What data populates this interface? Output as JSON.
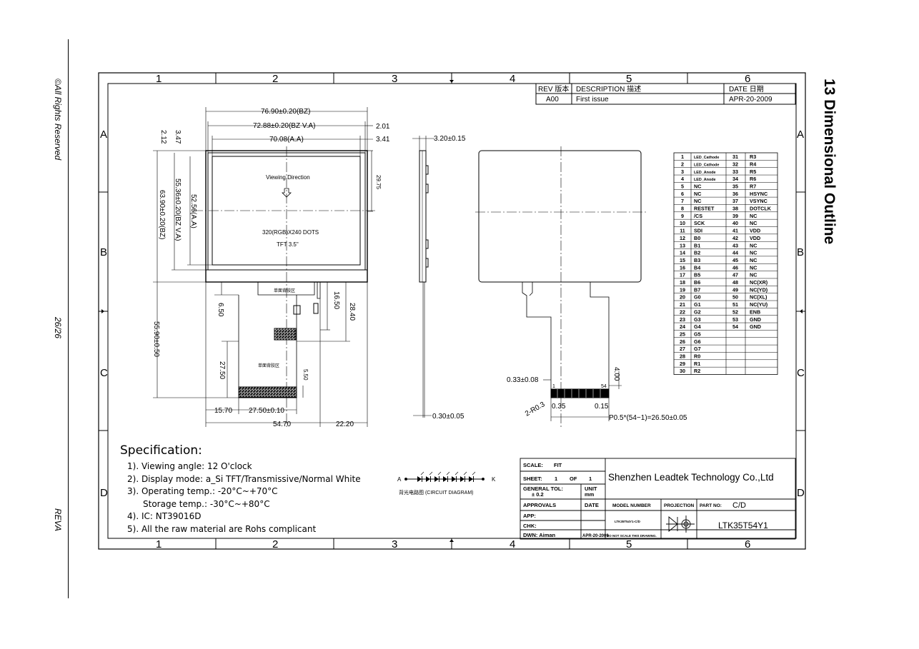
{
  "side_text": {
    "rights": "©All Rights Reserved",
    "page": "26/26",
    "rev": "REVA"
  },
  "heading": "13 Dimensional Outline",
  "frame": {
    "cols": [
      "1",
      "2",
      "3",
      "4",
      "5",
      "6"
    ],
    "rows": [
      "A",
      "B",
      "C",
      "D"
    ]
  },
  "revision": {
    "headers": [
      "REV 版本",
      "DESCRIPTION 描述",
      "DATE 日期"
    ],
    "row": [
      "A00",
      "First issue",
      "APR-20-2009"
    ]
  },
  "front_view": {
    "dims": {
      "bz_w": "76.90±0.20(BZ)",
      "bzva_w": "72.88±0.20(BZ V.A)",
      "aa_w": "70.08(A.A)",
      "r1": "2.01",
      "r2": "3.41",
      "l1": "3.47",
      "l2": "2.12",
      "bz_h": "63.90±0.20(BZ)",
      "bzva_h": "55.36±0.20(BZ V.A)",
      "aa_h": "52.56(A.A)",
      "d2975": "29.75",
      "d650": "6.50",
      "d1650": "16.50",
      "d2840": "28.40",
      "d5590": "55.90±0.50",
      "d2750v": "27.50",
      "d550": "5.50",
      "d1570": "15.70",
      "d2750h": "27.50±0.10",
      "d5470": "54.70",
      "d2220": "22.20"
    },
    "labels": {
      "viewing": "Viewing Direction",
      "dots": "320(RGB)X240 DOTS",
      "tft": "TFT 3.5\"",
      "cn1": "单面背胶区",
      "cn2": "单面背胶区"
    }
  },
  "side_view": {
    "thickness": "3.20±0.15",
    "bottom": "0.30±0.05"
  },
  "back_view": {
    "dims": {
      "d033": "0.33±0.08",
      "d400": "4.00",
      "r03": "2-R0.3",
      "d035": "0.35",
      "d015": "0.15",
      "pitch": "P0.5*(54−1)=26.50±0.05"
    },
    "pin_first": "1",
    "pin_last": "54"
  },
  "pins": [
    [
      "1",
      "LED_Cathode",
      "31",
      "R3"
    ],
    [
      "2",
      "LED_Cathode",
      "32",
      "R4"
    ],
    [
      "3",
      "LED_Anode",
      "33",
      "R5"
    ],
    [
      "4",
      "LED_Anode",
      "34",
      "R6"
    ],
    [
      "5",
      "NC",
      "35",
      "R7"
    ],
    [
      "6",
      "NC",
      "36",
      "HSYNC"
    ],
    [
      "7",
      "NC",
      "37",
      "VSYNC"
    ],
    [
      "8",
      "RESTET",
      "38",
      "DOTCLK"
    ],
    [
      "9",
      "/CS",
      "39",
      "NC"
    ],
    [
      "10",
      "SCK",
      "40",
      "NC"
    ],
    [
      "11",
      "SDI",
      "41",
      "VDD"
    ],
    [
      "12",
      "B0",
      "42",
      "VDD"
    ],
    [
      "13",
      "B1",
      "43",
      "NC"
    ],
    [
      "14",
      "B2",
      "44",
      "NC"
    ],
    [
      "15",
      "B3",
      "45",
      "NC"
    ],
    [
      "16",
      "B4",
      "46",
      "NC"
    ],
    [
      "17",
      "B5",
      "47",
      "NC"
    ],
    [
      "18",
      "B6",
      "48",
      "NC(XR)"
    ],
    [
      "19",
      "B7",
      "49",
      "NC(YD)"
    ],
    [
      "20",
      "G0",
      "50",
      "NC(XL)"
    ],
    [
      "21",
      "G1",
      "51",
      "NC(YU)"
    ],
    [
      "22",
      "G2",
      "52",
      "ENB"
    ],
    [
      "23",
      "G3",
      "53",
      "GND"
    ],
    [
      "24",
      "G4",
      "54",
      "GND"
    ],
    [
      "25",
      "G5",
      "",
      ""
    ],
    [
      "26",
      "G6",
      "",
      ""
    ],
    [
      "27",
      "G7",
      "",
      ""
    ],
    [
      "28",
      "R0",
      "",
      ""
    ],
    [
      "29",
      "R1",
      "",
      ""
    ],
    [
      "30",
      "R2",
      "",
      ""
    ]
  ],
  "specification": {
    "title": "Specification:",
    "items": [
      "1). Viewing angle: 12 O'clock",
      "2). Display mode: a_Si TFT/Transmissive/Normal White",
      "3). Operating temp.: -20°C~+70°C",
      "Storage temp.: -30°C~+80°C",
      "4). IC: NT39016D",
      "5). All the raw material are Rohs complicant"
    ]
  },
  "circuit": {
    "anode": "A",
    "cathode": "K",
    "caption": "背光电路图 (CIRCUIT DIAGRAM)"
  },
  "title_block": {
    "scale_label": "SCALE:",
    "scale_value": "FIT",
    "sheet_label": "SHEET:",
    "sheet_value": "1",
    "of_label": "OF",
    "of_value": "1",
    "tol_label": "GENERAL TOL:",
    "tol_value": "± 0.2",
    "unit_label": "UNIT",
    "unit_value": "mm",
    "company": "Shenzhen Leadtek Technology Co.,Ltd",
    "approvals": "APPROVALS",
    "date": "DATE",
    "model_label": "MODEL NUMBER",
    "projection": "PROJECTION",
    "part_label": "PART NO:",
    "part_value": "C/D",
    "app": "APP:",
    "chk": "CHK:",
    "dwn": "DWN: Aiman",
    "dwn_date": "APR-20-2009",
    "model_value": "LTK35T54Y1-C/D",
    "note": "DO NOT SCALE THIS DRAWING.",
    "drawing_no": "LTK35T54Y1"
  }
}
